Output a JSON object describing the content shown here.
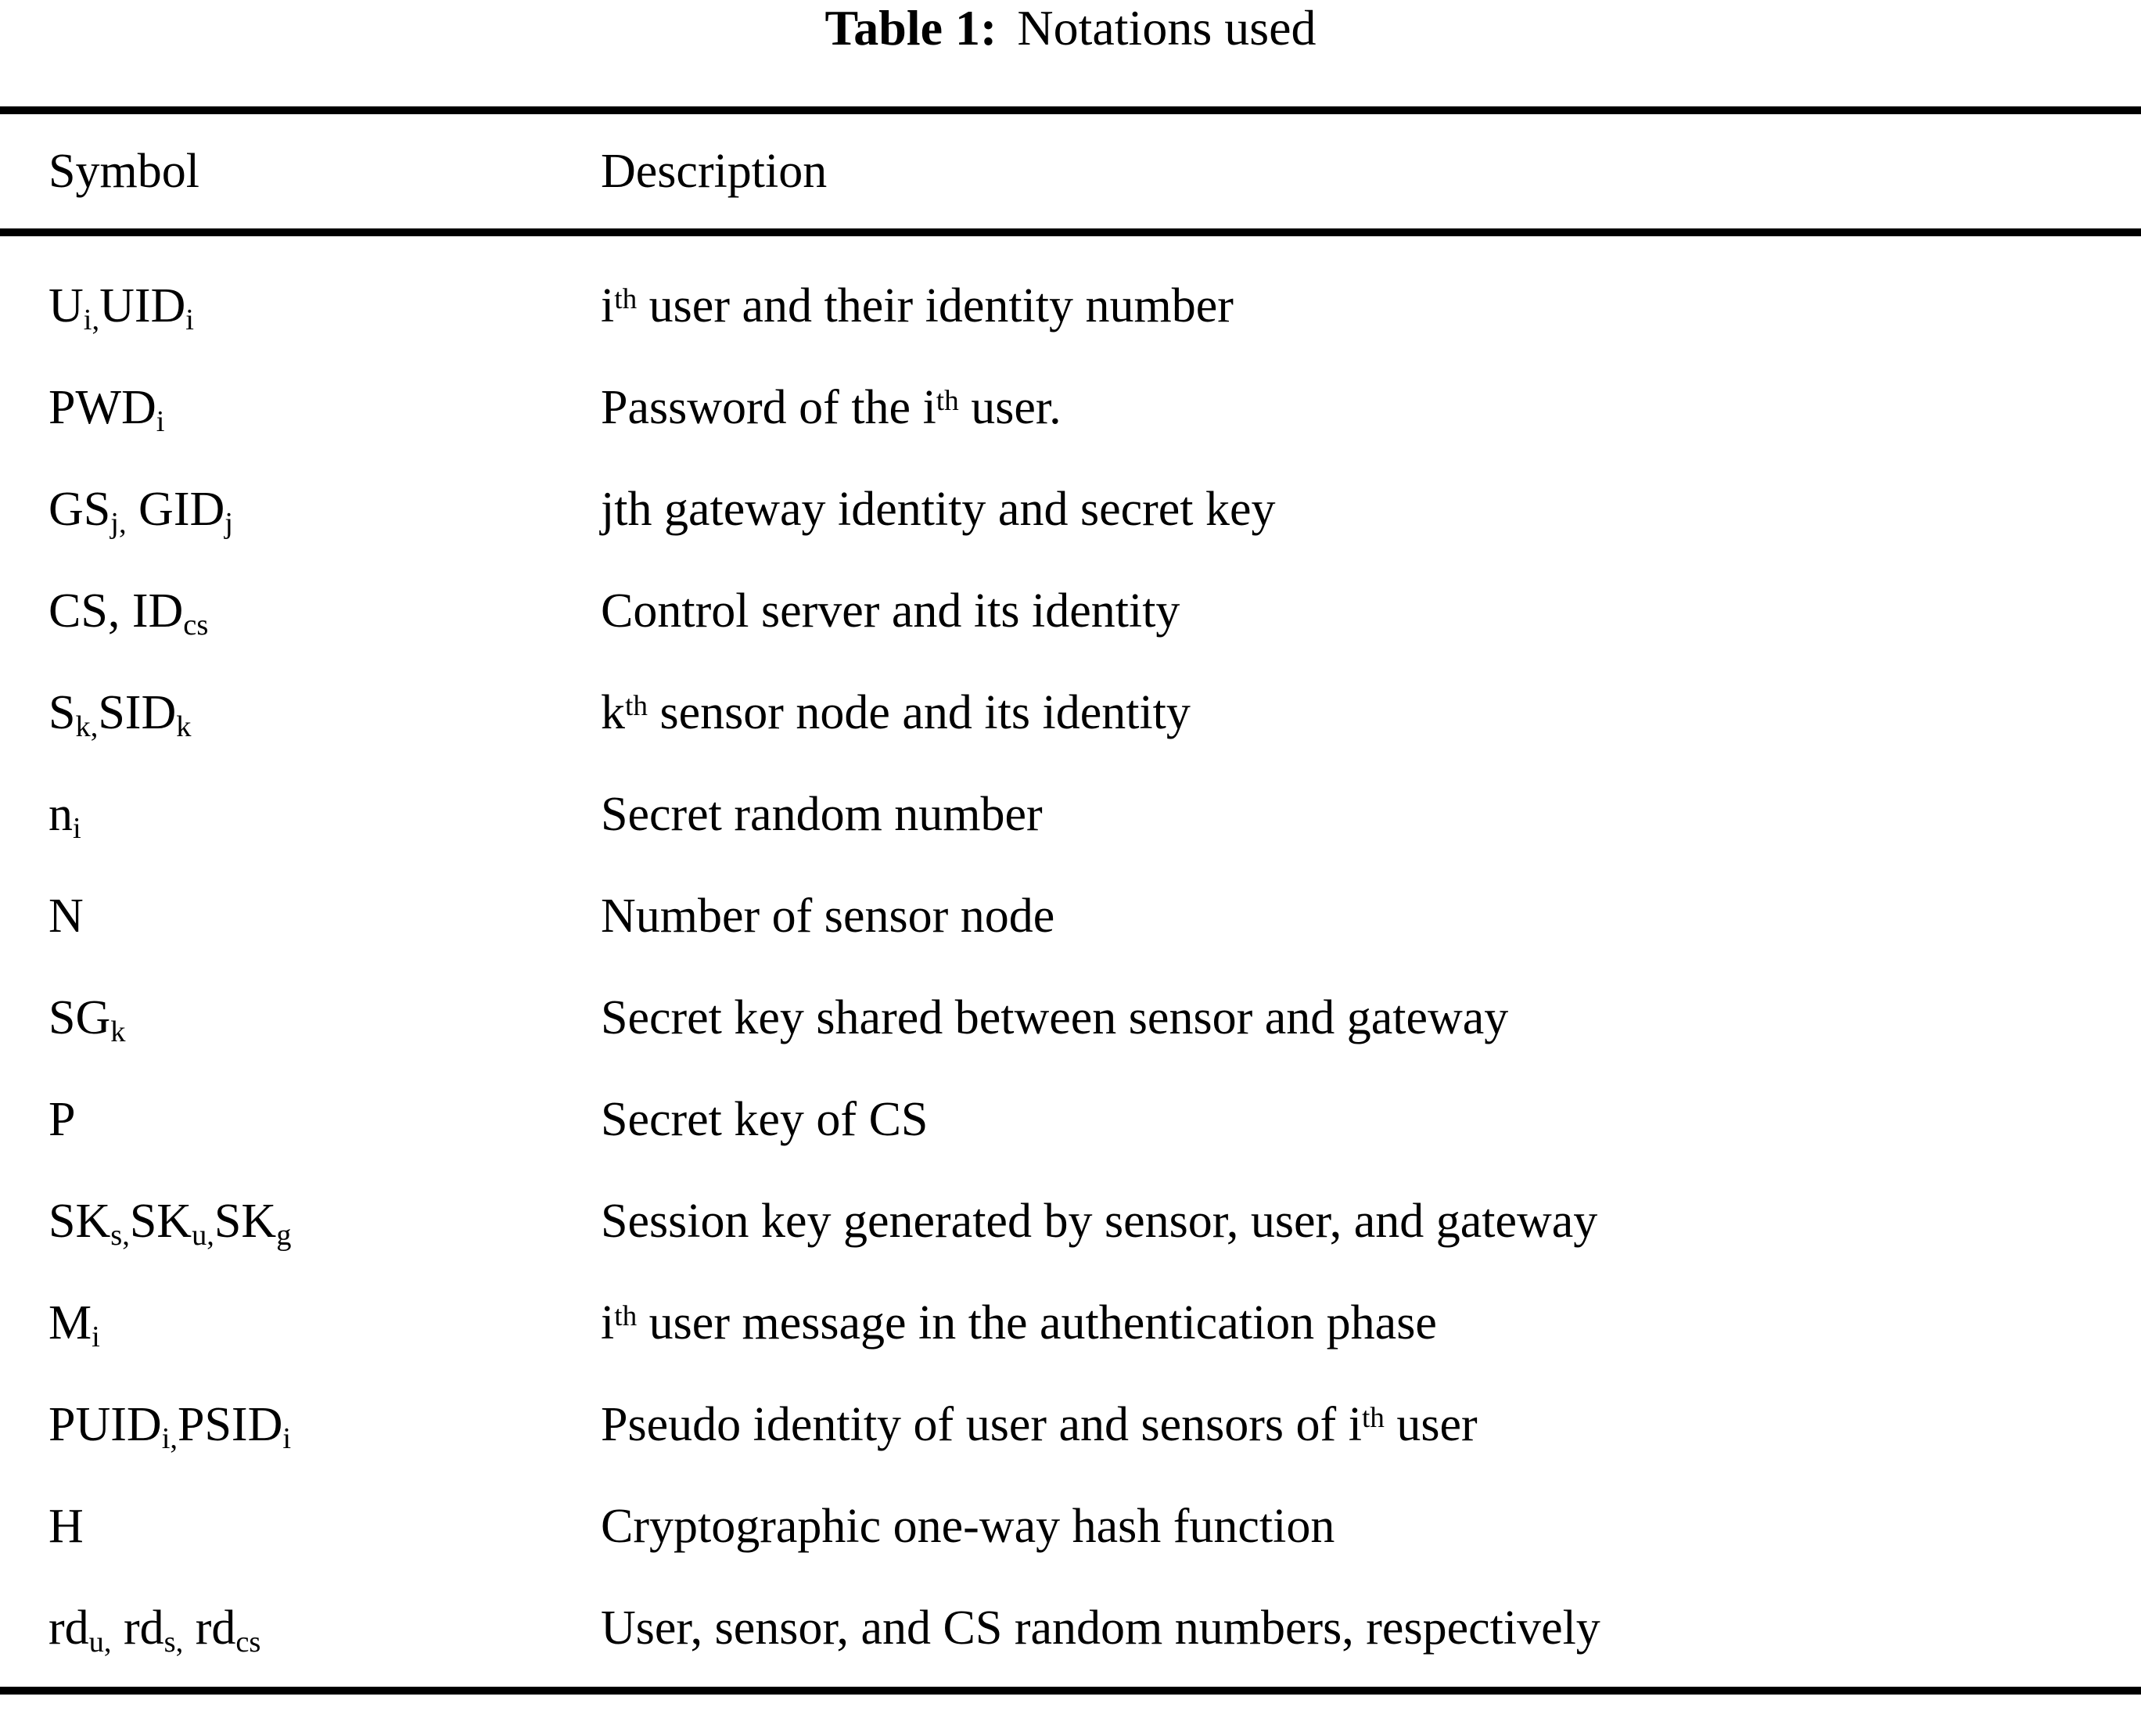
{
  "caption": {
    "label": "Table 1:",
    "text": "Notations used"
  },
  "table": {
    "columns": [
      {
        "key": "symbol",
        "header": "Symbol"
      },
      {
        "key": "description",
        "header": "Description"
      }
    ],
    "rows": [
      {
        "symbol_plain": "Ui,UIDi",
        "symbol_html": "U<sub>i,</sub>UID<sub>i</sub>",
        "description_plain": "ith user and their identity number",
        "description_html": "i<sup>th</sup> user and their identity number"
      },
      {
        "symbol_plain": "PWDi",
        "symbol_html": "PWD<sub>i</sub>",
        "description_plain": "Password of the ith user.",
        "description_html": "Password of the i<sup>th</sup> user."
      },
      {
        "symbol_plain": "GSj, GIDj",
        "symbol_html": "GS<sub>j,</sub> GID<sub>j</sub>",
        "description_plain": "jth gateway identity and secret key",
        "description_html": "jth gateway identity and secret key"
      },
      {
        "symbol_plain": "CS, IDcs",
        "symbol_html": "CS, ID<sub>cs</sub>",
        "description_plain": "Control server and its identity",
        "description_html": "Control server and its identity"
      },
      {
        "symbol_plain": "Sk,SIDk",
        "symbol_html": "S<sub>k,</sub>SID<sub>k</sub>",
        "description_plain": "kth sensor node and its identity",
        "description_html": "k<sup>th</sup> sensor node and its identity"
      },
      {
        "symbol_plain": "ni",
        "symbol_html": "n<sub>i</sub>",
        "description_plain": "Secret random number",
        "description_html": "Secret random number"
      },
      {
        "symbol_plain": "N",
        "symbol_html": "N",
        "description_plain": "Number of sensor node",
        "description_html": "Number of sensor node"
      },
      {
        "symbol_plain": "SGk",
        "symbol_html": "SG<sub>k</sub>",
        "description_plain": "Secret key shared between sensor and gateway",
        "description_html": "Secret key shared between sensor and gateway"
      },
      {
        "symbol_plain": "P",
        "symbol_html": "P",
        "description_plain": "Secret key of CS",
        "description_html": "Secret key of CS"
      },
      {
        "symbol_plain": "SKs,SKu,SKg",
        "symbol_html": "SK<sub>s,</sub>SK<sub>u,</sub>SK<sub>g</sub>",
        "description_plain": "Session key generated by sensor, user, and gateway",
        "description_html": "Session key generated by sensor, user, and gateway"
      },
      {
        "symbol_plain": "Mi",
        "symbol_html": "M<sub>i</sub>",
        "description_plain": "ith user message in the authentication phase",
        "description_html": "i<sup>th</sup> user message in the authentication phase"
      },
      {
        "symbol_plain": "PUIDi,PSIDi",
        "symbol_html": "PUID<sub>i,</sub>PSID<sub>i</sub>",
        "description_plain": "Pseudo identity of user and sensors of ith user",
        "description_html": "Pseudo identity of user and sensors of i<sup>th</sup> user"
      },
      {
        "symbol_plain": "H",
        "symbol_html": "H",
        "description_plain": "Cryptographic one-way hash function",
        "description_html": "Cryptographic one-way hash function"
      },
      {
        "symbol_plain": "rdu, rds, rdcs",
        "symbol_html": "rd<sub>u,</sub> rd<sub>s,</sub> rd<sub>cs</sub>",
        "description_plain": "User, sensor, and CS random numbers, respectively",
        "description_html": "User, sensor, and CS random numbers, respectively"
      }
    ]
  },
  "style": {
    "text_color": "#000000",
    "background_color": "#ffffff",
    "rule_color": "#000000"
  }
}
